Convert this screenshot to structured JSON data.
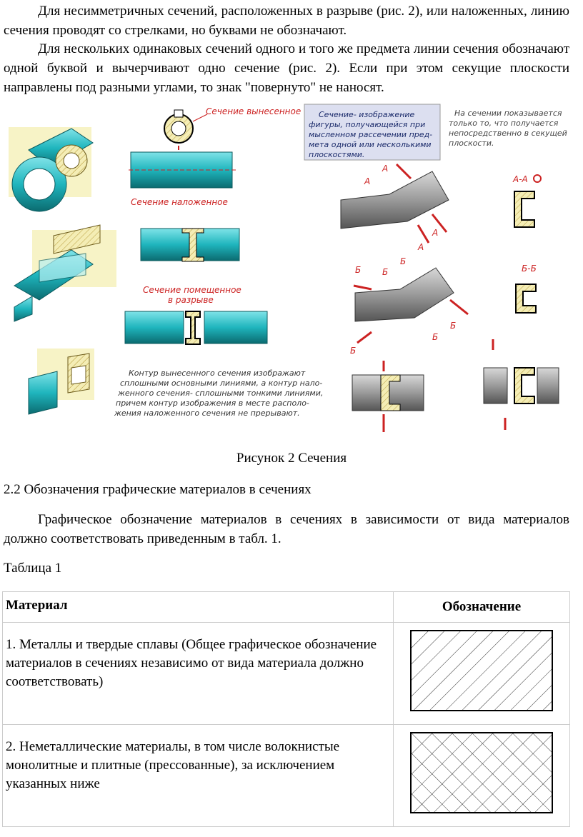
{
  "paragraphs": {
    "p1": "Для несимметричных сечений, расположенных в разрыве (рис. 2), или наложенных, линию сечения проводят со стрелками, но буквами не обозначают.",
    "p2": "Для нескольких одинаковых сечений одного и того же предмета линии сечения обозначают одной буквой и вычерчивают одно сечение (рис. 2). Если при этом секущие плоскости направлены под разными углами, то знак \"повернуто\" не наносят.",
    "p3": "Графическое обозначение материалов в сечениях в зависимости от вида материалов должно соответствовать приведенным в табл. 1."
  },
  "figure": {
    "label_vynesennoe": "Сечение вынесенное",
    "label_nalozhennoe": "Сечение наложенное",
    "label_razryv_1": "Сечение помещенное",
    "label_razryv_2": "в разрыве",
    "definition_lines": [
      "Сечение- изображение",
      "фигуры, получающейся при",
      "мысленном рассечении пред-",
      "мета одной или несколькими",
      "плоскостями."
    ],
    "note_lines": [
      "На сечении показывается",
      "только то, что получается",
      "непосредственно в секущей",
      "плоскости."
    ],
    "contour_lines": [
      "Контур вынесенного сечения изображают",
      "сплошными основными линиями, а контур нало-",
      "женного сечения- сплошными тонкими линиями,",
      "причем контур изображения в месте располо-",
      "жения наложенного сечения не прерывают."
    ],
    "letter_a": "А",
    "letter_b": "Б",
    "label_aa": "А-А",
    "label_bb": "Б-Б",
    "colors": {
      "red": "#cc2222",
      "cyan": "#1fb5bd",
      "yellow": "#f4edb5",
      "grey": "#8a8a8a"
    }
  },
  "caption": "Рисунок 2 Сечения",
  "heading": "2.2 Обозначения графические материалов в сечениях",
  "table_caption": "Таблица 1",
  "table": {
    "col_material": "Материал",
    "col_designation": "Обозначение",
    "rows": [
      {
        "material": "1. Металлы и твердые сплавы (Общее графическое обозначение материалов в сечениях независимо от вида материала должно соответствовать)",
        "pattern": "single-hatch"
      },
      {
        "material": "2. Неметаллические материалы, в том числе волокнистые монолитные и плитные (прессованные), за исключением указанных ниже",
        "pattern": "cross-hatch"
      }
    ]
  }
}
